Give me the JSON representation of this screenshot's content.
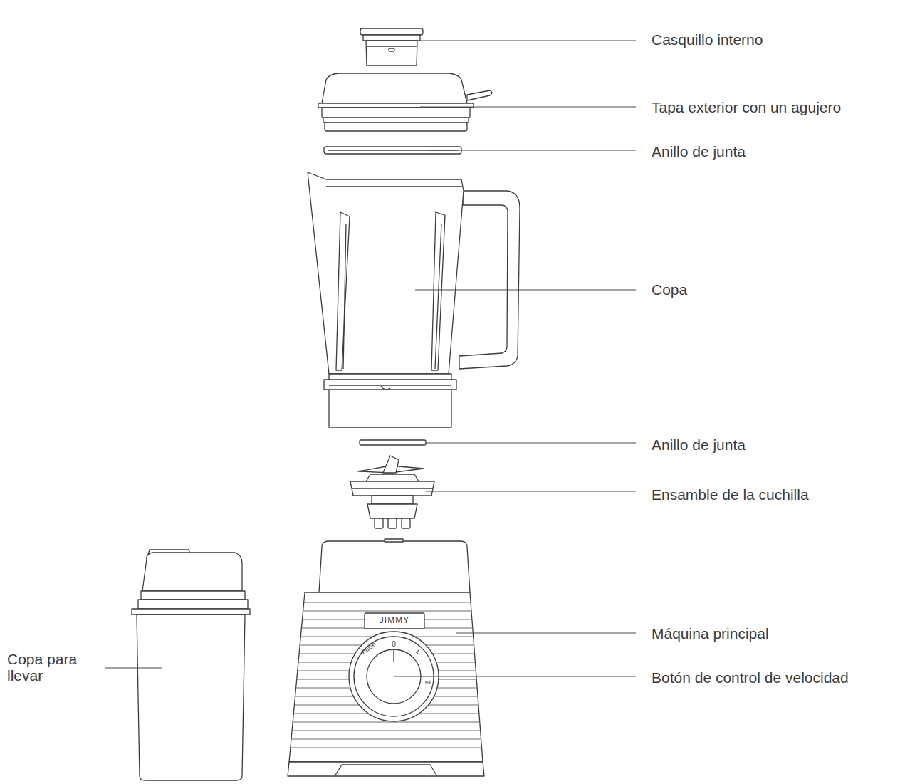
{
  "diagram": {
    "labels": [
      "Casquillo interno",
      "Tapa exterior con un agujero",
      "Anillo de junta",
      "Copa",
      "Anillo de junta",
      "Ensamble de la cuchilla",
      "Máquina principal",
      "Botón de control de velocidad",
      "Copa para llevar",
      "JIMMY",
      "0",
      "1",
      "2",
      "Pulse"
    ]
  }
}
